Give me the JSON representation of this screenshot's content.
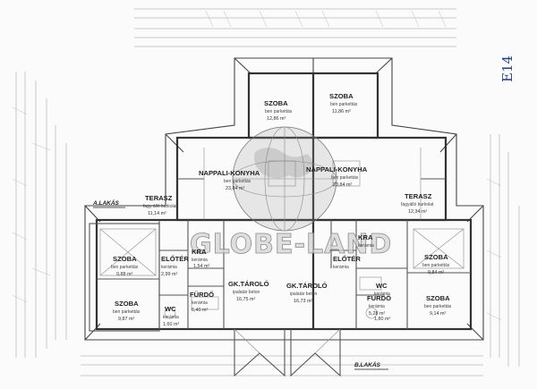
{
  "plan": {
    "label_a": "A.LAKÁS",
    "label_b": "B.LAKÁS",
    "watermark": "GLOBE-LAND",
    "handwritten": "E14",
    "rooms": [
      {
        "name": "SZOBA",
        "sub": "ben parkettás",
        "area": "12,86 m²"
      },
      {
        "name": "SZOBA",
        "sub": "ben parkettás",
        "area": "11,86 m²"
      },
      {
        "name": "NAPPALI-KONYHA",
        "sub": "ben parkettás",
        "area": "23,84 m²"
      },
      {
        "name": "NAPPALI-KONYHA",
        "sub": "ben parkettás",
        "area": "23,84 m²"
      },
      {
        "name": "TERASZ",
        "sub": "fagy álló burkolat",
        "area": "11,14 m²"
      },
      {
        "name": "TERASZ",
        "sub": "fagyálló burkolat",
        "area": "12,34 m²"
      },
      {
        "name": "SZOBA",
        "sub": "ben parkettás",
        "area": "9,88 m²"
      },
      {
        "name": "SZOBA",
        "sub": "ben parkettás",
        "area": "9,84 m²"
      },
      {
        "name": "SZOBA",
        "sub": "ben parkettás",
        "area": "9,87 m²"
      },
      {
        "name": "SZOBA",
        "sub": "ben parkettás",
        "area": "9,14 m²"
      },
      {
        "name": "GK.TÁROLÓ",
        "sub": "ipalatár beton",
        "area": "16,75 m²"
      },
      {
        "name": "GK.TÁROLÓ",
        "sub": "ipalatár beton",
        "area": "16,73 m²"
      },
      {
        "name": "FÜRDŐ",
        "sub": "kerámia",
        "area": "6,40 m²"
      },
      {
        "name": "FÜRDŐ",
        "sub": "kerámia",
        "area": "5,28 m²"
      },
      {
        "name": "WC",
        "sub": "kerámia",
        "area": "1,60 m²"
      },
      {
        "name": "WC",
        "sub": "kerámia",
        "area": "1,80 m²"
      },
      {
        "name": "KRA",
        "sub": "kerámia",
        "area": "1,54 m²"
      },
      {
        "name": "KRA",
        "sub": "kerámia",
        "area": ""
      },
      {
        "name": "ELŐTÉR",
        "sub": "kerámia",
        "area": "2,99 m²"
      },
      {
        "name": "ELŐTÉR",
        "sub": "kerámia",
        "area": ""
      }
    ]
  }
}
